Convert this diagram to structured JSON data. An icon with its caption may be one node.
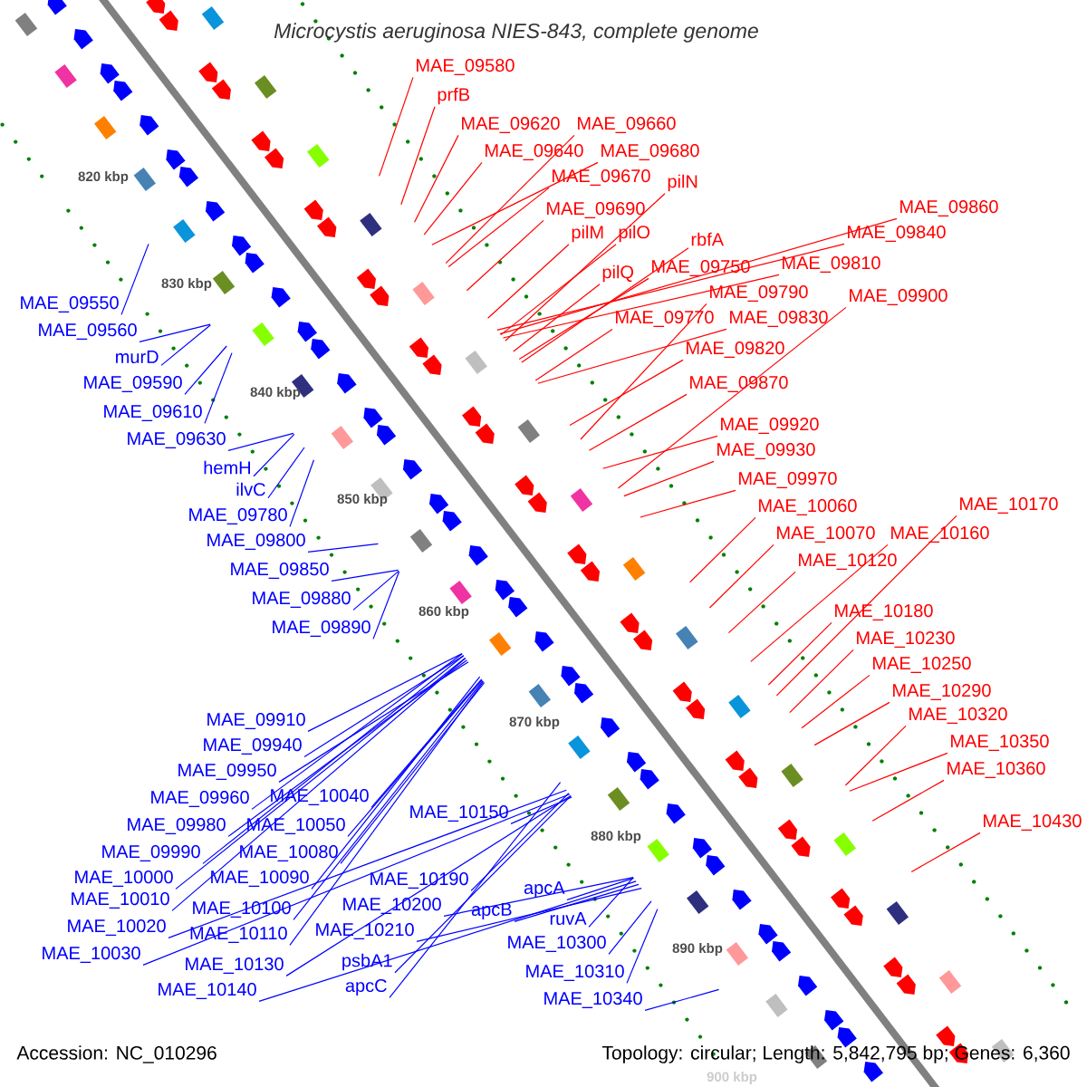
{
  "diagram": {
    "title": "Microcystis aeruginosa NIES-843, complete genome",
    "nodes": [
      {
        "text": [
          "MAE_09580"
        ]
      },
      {
        "text": [
          "prfB"
        ]
      },
      {
        "text": [
          "MAE_09620"
        ]
      },
      {
        "text": [
          "MAE_09640"
        ]
      },
      {
        "text": [
          "MAE_09660"
        ]
      },
      {
        "text": [
          "MAE_09680"
        ]
      },
      {
        "text": [
          "MAE_09670"
        ]
      },
      {
        "text": [
          "pilN"
        ]
      },
      {
        "text": [
          "MAE_09690"
        ]
      },
      {
        "text": [
          "pilM"
        ]
      },
      {
        "text": [
          "pilO"
        ]
      },
      {
        "text": [
          "rbfA"
        ]
      },
      {
        "text": [
          "pilQ"
        ]
      },
      {
        "text": [
          "MAE_09750"
        ]
      },
      {
        "text": [
          "MAE_09860"
        ]
      },
      {
        "text": [
          "MAE_09840"
        ]
      },
      {
        "text": [
          "MAE_09810"
        ]
      },
      {
        "text": [
          "MAE_09790"
        ]
      },
      {
        "text": [
          "MAE_09900"
        ]
      },
      {
        "text": [
          "MAE_09770"
        ]
      },
      {
        "text": [
          "MAE_09830"
        ]
      },
      {
        "text": [
          "MAE_09820"
        ]
      },
      {
        "text": [
          "MAE_09870"
        ]
      },
      {
        "text": [
          "MAE_09920"
        ]
      },
      {
        "text": [
          "MAE_09930"
        ]
      },
      {
        "text": [
          "MAE_09970"
        ]
      },
      {
        "text": [
          "MAE_10060"
        ]
      },
      {
        "text": [
          "MAE_10170"
        ]
      },
      {
        "text": [
          "MAE_10070"
        ]
      },
      {
        "text": [
          "MAE_10160"
        ]
      },
      {
        "text": [
          "MAE_10120"
        ]
      },
      {
        "text": [
          "MAE_10180"
        ]
      },
      {
        "text": [
          "MAE_10230"
        ]
      },
      {
        "text": [
          "MAE_10250"
        ]
      },
      {
        "text": [
          "MAE_10290"
        ]
      },
      {
        "text": [
          "MAE_10320"
        ]
      },
      {
        "text": [
          "MAE_10350"
        ]
      },
      {
        "text": [
          "MAE_10360"
        ]
      },
      {
        "text": [
          "MAE_10430"
        ]
      },
      {
        "text": [
          "MAE_09550"
        ]
      },
      {
        "text": [
          "MAE_09560"
        ]
      },
      {
        "text": [
          "murD"
        ]
      },
      {
        "text": [
          "MAE_09590"
        ]
      },
      {
        "text": [
          "MAE_09610"
        ]
      },
      {
        "text": [
          "MAE_09630"
        ]
      },
      {
        "text": [
          "hemH"
        ]
      },
      {
        "text": [
          "ilvC"
        ]
      },
      {
        "text": [
          "MAE_09780"
        ]
      },
      {
        "text": [
          "MAE_09800"
        ]
      },
      {
        "text": [
          "MAE_09850"
        ]
      },
      {
        "text": [
          "MAE_09880"
        ]
      },
      {
        "text": [
          "MAE_09890"
        ]
      },
      {
        "text": [
          "MAE_09910"
        ]
      },
      {
        "text": [
          "MAE_09940"
        ]
      },
      {
        "text": [
          "MAE_09950"
        ]
      },
      {
        "text": [
          "MAE_09960"
        ]
      },
      {
        "text": [
          "MAE_10040"
        ]
      },
      {
        "text": [
          "MAE_09980"
        ]
      },
      {
        "text": [
          "MAE_10050"
        ]
      },
      {
        "text": [
          "MAE_09990"
        ]
      },
      {
        "text": [
          "MAE_10080"
        ]
      },
      {
        "text": [
          "MAE_10150"
        ]
      },
      {
        "text": [
          "MAE_10000"
        ]
      },
      {
        "text": [
          "MAE_10090"
        ]
      },
      {
        "text": [
          "MAE_10010"
        ]
      },
      {
        "text": [
          "MAE_10100"
        ]
      },
      {
        "text": [
          "MAE_10190"
        ]
      },
      {
        "text": [
          "MAE_10020"
        ]
      },
      {
        "text": [
          "MAE_10110"
        ]
      },
      {
        "text": [
          "MAE_10200"
        ]
      },
      {
        "text": [
          "apcA"
        ]
      },
      {
        "text": [
          "MAE_10030"
        ]
      },
      {
        "text": [
          "MAE_10210"
        ]
      },
      {
        "text": [
          "apcB"
        ]
      },
      {
        "text": [
          "ruvA"
        ]
      },
      {
        "text": [
          "MAE_10130"
        ]
      },
      {
        "text": [
          "psbA1"
        ]
      },
      {
        "text": [
          "MAE_10300"
        ]
      },
      {
        "text": [
          "MAE_10140"
        ]
      },
      {
        "text": [
          "apcC"
        ]
      },
      {
        "text": [
          "MAE_10310"
        ]
      },
      {
        "text": [
          "MAE_10340"
        ]
      }
    ],
    "edges": [
      {
        "from": 0,
        "to": null,
        "arrow": "none",
        "color": "#ff0000"
      },
      {
        "from": 1,
        "to": null,
        "arrow": "none",
        "color": "#ff0000"
      },
      {
        "from": 2,
        "to": null,
        "arrow": "none",
        "color": "#ff0000"
      },
      {
        "from": 3,
        "to": null,
        "arrow": "none",
        "color": "#ff0000"
      },
      {
        "from": 4,
        "to": null,
        "arrow": "none",
        "color": "#ff0000"
      },
      {
        "from": 5,
        "to": null,
        "arrow": "none",
        "color": "#ff0000"
      },
      {
        "from": 6,
        "to": null,
        "arrow": "none",
        "color": "#ff0000"
      },
      {
        "from": 7,
        "to": null,
        "arrow": "none",
        "color": "#ff0000"
      },
      {
        "from": 8,
        "to": null,
        "arrow": "none",
        "color": "#ff0000"
      },
      {
        "from": 9,
        "to": null,
        "arrow": "none",
        "color": "#ff0000"
      },
      {
        "from": 10,
        "to": null,
        "arrow": "none",
        "color": "#ff0000"
      },
      {
        "from": 11,
        "to": null,
        "arrow": "none",
        "color": "#ff0000"
      },
      {
        "from": 12,
        "to": null,
        "arrow": "none",
        "color": "#ff0000"
      },
      {
        "from": 13,
        "to": null,
        "arrow": "none",
        "color": "#ff0000"
      },
      {
        "from": 14,
        "to": null,
        "arrow": "none",
        "color": "#ff0000"
      },
      {
        "from": 15,
        "to": null,
        "arrow": "none",
        "color": "#ff0000"
      },
      {
        "from": 16,
        "to": null,
        "arrow": "none",
        "color": "#ff0000"
      },
      {
        "from": 17,
        "to": null,
        "arrow": "none",
        "color": "#ff0000"
      },
      {
        "from": 18,
        "to": null,
        "arrow": "none",
        "color": "#ff0000"
      },
      {
        "from": 19,
        "to": null,
        "arrow": "none",
        "color": "#ff0000"
      },
      {
        "from": 20,
        "to": null,
        "arrow": "none",
        "color": "#ff0000"
      },
      {
        "from": 21,
        "to": null,
        "arrow": "none",
        "color": "#ff0000"
      },
      {
        "from": 22,
        "to": null,
        "arrow": "none",
        "color": "#ff0000"
      },
      {
        "from": 23,
        "to": null,
        "arrow": "none",
        "color": "#ff0000"
      },
      {
        "from": 24,
        "to": null,
        "arrow": "none",
        "color": "#ff0000"
      },
      {
        "from": 25,
        "to": null,
        "arrow": "none",
        "color": "#ff0000"
      },
      {
        "from": 26,
        "to": null,
        "arrow": "none",
        "color": "#ff0000"
      },
      {
        "from": 27,
        "to": null,
        "arrow": "none",
        "color": "#ff0000"
      },
      {
        "from": 28,
        "to": null,
        "arrow": "none",
        "color": "#ff0000"
      },
      {
        "from": 29,
        "to": null,
        "arrow": "none",
        "color": "#ff0000"
      },
      {
        "from": 30,
        "to": null,
        "arrow": "none",
        "color": "#ff0000"
      },
      {
        "from": 31,
        "to": null,
        "arrow": "none",
        "color": "#ff0000"
      },
      {
        "from": 32,
        "to": null,
        "arrow": "none",
        "color": "#ff0000"
      },
      {
        "from": 33,
        "to": null,
        "arrow": "none",
        "color": "#ff0000"
      },
      {
        "from": 34,
        "to": null,
        "arrow": "none",
        "color": "#ff0000"
      },
      {
        "from": 35,
        "to": null,
        "arrow": "none",
        "color": "#ff0000"
      },
      {
        "from": 36,
        "to": null,
        "arrow": "none",
        "color": "#ff0000"
      },
      {
        "from": 37,
        "to": null,
        "arrow": "none",
        "color": "#ff0000"
      },
      {
        "from": 38,
        "to": null,
        "arrow": "none",
        "color": "#ff0000"
      },
      {
        "from": 39,
        "to": null,
        "arrow": "none"
      },
      {
        "from": 40,
        "to": null,
        "arrow": "none"
      },
      {
        "from": 41,
        "to": null,
        "arrow": "none"
      },
      {
        "from": 42,
        "to": null,
        "arrow": "none"
      },
      {
        "from": 43,
        "to": null,
        "arrow": "none"
      },
      {
        "from": 44,
        "to": null,
        "arrow": "none"
      },
      {
        "from": 45,
        "to": null,
        "arrow": "none"
      },
      {
        "from": 46,
        "to": null,
        "arrow": "none"
      },
      {
        "from": 47,
        "to": null,
        "arrow": "none"
      },
      {
        "from": 48,
        "to": null,
        "arrow": "none"
      },
      {
        "from": 49,
        "to": null,
        "arrow": "none"
      },
      {
        "from": 50,
        "to": null,
        "arrow": "none"
      },
      {
        "from": 51,
        "to": null,
        "arrow": "none"
      },
      {
        "from": 52,
        "to": null,
        "arrow": "none"
      },
      {
        "from": 53,
        "to": null,
        "arrow": "none"
      },
      {
        "from": 54,
        "to": null,
        "arrow": "none"
      },
      {
        "from": 55,
        "to": null,
        "arrow": "none"
      },
      {
        "from": 56,
        "to": null,
        "arrow": "none"
      },
      {
        "from": 57,
        "to": null,
        "arrow": "none"
      },
      {
        "from": 58,
        "to": null,
        "arrow": "none"
      },
      {
        "from": 59,
        "to": null,
        "arrow": "none"
      },
      {
        "from": 60,
        "to": null,
        "arrow": "none"
      },
      {
        "from": 61,
        "to": null,
        "arrow": "none"
      },
      {
        "from": 62,
        "to": null,
        "arrow": "none"
      },
      {
        "from": 63,
        "to": null,
        "arrow": "none"
      },
      {
        "from": 64,
        "to": null,
        "arrow": "none"
      },
      {
        "from": 65,
        "to": null,
        "arrow": "none"
      },
      {
        "from": 66,
        "to": null,
        "arrow": "none"
      },
      {
        "from": 67,
        "to": null,
        "arrow": "none"
      },
      {
        "from": 68,
        "to": null,
        "arrow": "none"
      },
      {
        "from": 69,
        "to": null,
        "arrow": "none"
      },
      {
        "from": 70,
        "to": null,
        "arrow": "none"
      },
      {
        "from": 71,
        "to": null,
        "arrow": "none"
      },
      {
        "from": 72,
        "to": null,
        "arrow": "none"
      },
      {
        "from": 73,
        "to": null,
        "arrow": "none"
      },
      {
        "from": 74,
        "to": null,
        "arrow": "none"
      },
      {
        "from": 75,
        "to": null,
        "arrow": "none"
      },
      {
        "from": 76,
        "to": null,
        "arrow": "none"
      },
      {
        "from": 77,
        "to": null,
        "arrow": "none"
      },
      {
        "from": 78,
        "to": null,
        "arrow": "none"
      },
      {
        "from": 79,
        "to": null,
        "arrow": "none"
      },
      {
        "from": 80,
        "to": null,
        "arrow": "none"
      },
      {
        "from": 81,
        "to": null,
        "arrow": "none"
      }
    ],
    "labels": [
      "820 kbp",
      "830 kbp",
      "840 kbp",
      "850 kbp",
      "860 kbp",
      "870 kbp",
      "880 kbp",
      "890 kbp",
      "900 kbp",
      "Accession: NC_010296",
      "Topology: circular; Length: 5,842,795 bp; Genes: 6,360"
    ]
  }
}
